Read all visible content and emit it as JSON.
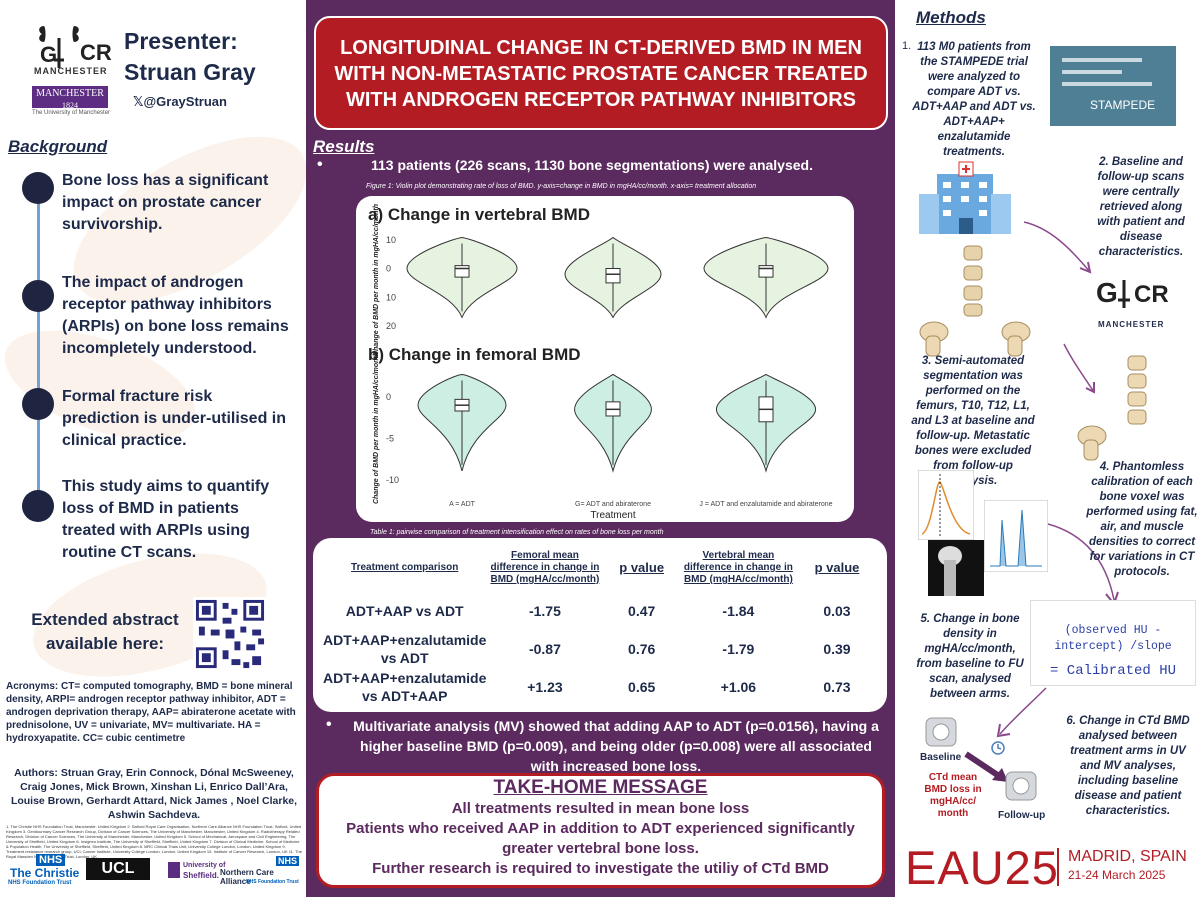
{
  "presenter": {
    "logo_text": "MANCHESTER",
    "gcr_letters": "CR",
    "university_name": "MANCHESTER",
    "university_year": "1824",
    "university_sub": "The University of Manchester",
    "title": "Presenter: Struan Gray",
    "handle": "@GrayStruan"
  },
  "background": {
    "heading": "Background",
    "points": [
      "Bone loss has a significant impact on prostate cancer survivorship.",
      "The impact of androgen receptor pathway inhibitors (ARPIs) on bone loss remains incompletely understood.",
      "Formal fracture risk prediction is under-utilised in clinical practice.",
      "This study aims to quantify loss of BMD in patients treated with ARPIs using routine CT scans."
    ]
  },
  "extended": "Extended abstract available here:",
  "acronyms": "Acronyms: CT= computed tomography, BMD = bone mineral density, ARPI= androgen receptor pathway inhibitor, ADT = androgen deprivation therapy, AAP= abiraterone acetate with prednisolone, UV = univariate, MV= multivariate. HA = hydroxyapatite. CC= cubic centimetre",
  "authors": "Authors: Struan Gray, Erin Connock, Dónal McSweeney, Craig Jones, Mick Brown, Xinshan Li, Enrico Dall’Ara, Louise Brown, Gerhardt Attard, Nick James , Noel Clarke, Ashwin Sachdeva.",
  "affiliations": "1. The Christie NHS Foundation Trust, Manchester, United Kingdom 2. Salford Royal Care Organisation, Northern Care Alliance NHS Foundation Trust, Salford, United Kingdom 3. Genitourinary Cancer Research Group, Division of Cancer Sciences, The University of Manchester, Manchester, United Kingdom 4. Radiotherapy Related Research, Division of Cancer Sciences, The University of Manchester, Manchester, United Kingdom 5. School of Mechanical, Aerospace and Civil Engineering, The University of Sheffield, United Kingdom 6. Insigneo Institute, The University of Sheffield, Sheffield, United Kingdom 7. Division of Clinical Medicine, School of Medicine & Population Health, The University of Sheffield, Sheffield, United Kingdom 8. MRC Clinical Trials Unit, University College London, London, United Kingdom 9. Treatment resistance research group, UCL Cancer Institute, University College London, London, United Kingdom 10. Institute of Cancer Research, London, UK 11. The Royal Marsden NHS Foundation Trust, London, UK",
  "partners": {
    "nhs1": "NHS",
    "christie": "The Christie",
    "christie_sub": "NHS Foundation Trust",
    "ucl": "UCL",
    "sheffield1": "University of",
    "sheffield2": "Sheffield.",
    "nhs2": "NHS",
    "nca": "Northern Care Alliance",
    "nca_sub": "NHS Foundation Trust"
  },
  "title": "LONGITUDINAL CHANGE IN CT-DERIVED BMD IN MEN WITH NON-METASTATIC PROSTATE CANCER TREATED WITH ANDROGEN RECEPTOR PATHWAY INHIBITORS",
  "results": {
    "heading": "Results",
    "bullet": "113 patients (226 scans, 1130 bone segmentations) were analysed.",
    "figure_caption": "Figure 1: Violin plot demonstrating rate of loss of BMD.  y-axis=change in BMD in mgHA/cc/month. x-axis= treatment allocation",
    "table_caption": "Table 1: pairwise comparison of treatment intensification effect on rates of bone loss per month",
    "mv": "Multivariate analysis (MV) showed that adding AAP to ADT (p=0.0156), having a higher baseline BMD (p=0.009), and being older (p=0.008) were all associated with increased bone loss."
  },
  "chart_data": [
    {
      "type": "violin",
      "title": "a) Change in vertebral BMD",
      "ylabel": "Change of BMD per month in mgHA/cc/month",
      "xlabel": "Treatment",
      "categories": [
        "A = ADT",
        "G= ADT and abiraterone",
        "J = ADT and enzalutamide and abiraterone"
      ],
      "yticks": [
        "10",
        "0",
        "10",
        "20"
      ],
      "ylim": [
        -20,
        12
      ],
      "medians": [
        0,
        -2,
        0
      ],
      "q1": [
        -3,
        -5,
        -3
      ],
      "q3": [
        1,
        0,
        1
      ],
      "color": "#e6f3e0"
    },
    {
      "type": "violin",
      "title": "b) Change in femoral BMD",
      "ylabel": "Change of BMD per month in mgHA/cc/month",
      "xlabel": "Treatment",
      "categories": [
        "A = ADT",
        "G= ADT and abiraterone",
        "J = ADT and enzalutamide and abiraterone"
      ],
      "yticks": [
        "0",
        "-5",
        "-10"
      ],
      "ylim": [
        -10.5,
        3
      ],
      "medians": [
        -1,
        -1.5,
        -1.5
      ],
      "q1": [
        -1.7,
        -2.3,
        -3
      ],
      "q3": [
        -0.3,
        -0.6,
        0
      ],
      "color": "#cdeee2"
    }
  ],
  "table": {
    "headers": [
      "Treatment comparison",
      "Femoral mean difference in change in BMD (mgHA/cc/month)",
      "p value",
      "Vertebral mean difference in change in BMD (mgHA/cc/month)",
      "p value"
    ],
    "rows": [
      [
        "ADT+AAP vs ADT",
        "-1.75",
        "0.47",
        "-1.84",
        "0.03"
      ],
      [
        "ADT+AAP+enzalutamide vs ADT",
        "-0.87",
        "0.76",
        "-1.79",
        "0.39"
      ],
      [
        "ADT+AAP+enzalutamide vs ADT+AAP",
        "+1.23",
        "0.65",
        "+1.06",
        "0.73"
      ]
    ]
  },
  "takehome": {
    "heading": "TAKE-HOME MESSAGE",
    "lines": [
      "All treatments resulted in mean bone loss",
      "Patients who received AAP in addition to ADT experienced significantly greater vertebral bone loss.",
      "Further research is required to investigate the utiliy of CTd BMD"
    ]
  },
  "methods": {
    "heading": "Methods",
    "num1": "1.",
    "steps": [
      "113 M0 patients from the STAMPEDE trial were analyzed to compare ADT vs. ADT+AAP and ADT vs. ADT+AAP+ enzalutamide treatments.",
      "2. Baseline and follow-up scans were centrally retrieved along with patient and disease characteristics.",
      "3. Semi-automated segmentation was performed on the femurs, T10, T12, L1, and L3 at baseline and follow-up. Metastatic bones were excluded from follow-up analysis.",
      "4. Phantomless calibration of each bone voxel was performed using fat, air, and muscle densities to correct for variations in CT protocols.",
      "5. Change in bone density in mgHA/cc/month, from baseline to FU scan, analysed between arms.",
      "6. Change in CTd BMD analysed between treatment arms in UV and MV analyses, including baseline disease and patient characteristics."
    ],
    "stampede": "STAMPEDE",
    "formula1": "(observed HU - intercept) /slope",
    "formula2": "= Calibrated HU",
    "baseline": "Baseline",
    "followup": "Follow-up",
    "ctd": "CTd mean BMD loss in mgHA/cc/ month"
  },
  "eau": {
    "name": "EAU25",
    "city": "MADRID, SPAIN",
    "date": "21-24 March 2025"
  }
}
